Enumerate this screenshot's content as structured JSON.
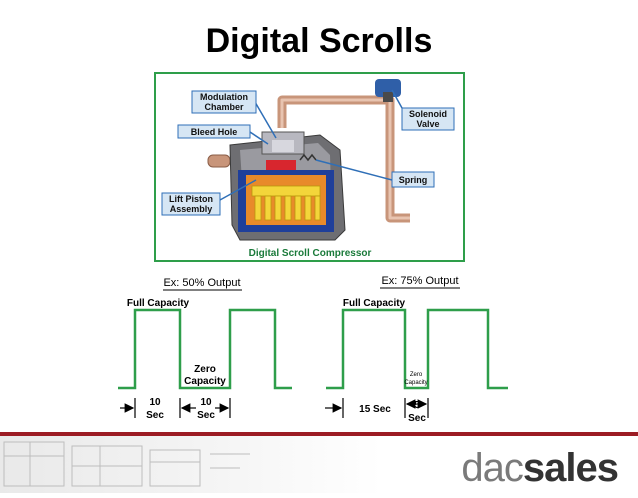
{
  "slide": {
    "title": "Digital Scrolls"
  },
  "compressor": {
    "labels": {
      "modulation_chamber": [
        "Modulation",
        "Chamber"
      ],
      "bleed_hole": "Bleed Hole",
      "lift_piston": [
        "Lift Piston",
        "Assembly"
      ],
      "solenoid": [
        "Solenoid",
        "Valve"
      ],
      "spring": "Spring"
    },
    "caption": "Digital Scroll Compressor"
  },
  "waveform_50": {
    "example": "Ex: 50% Output",
    "full_label": "Full Capacity",
    "zero_label": [
      "Zero",
      "Capacity"
    ],
    "on_time": [
      "10",
      "Sec"
    ],
    "off_time": [
      "10",
      "Sec"
    ]
  },
  "waveform_75": {
    "example": "Ex: 75% Output",
    "full_label": "Full Capacity",
    "zero_label": [
      "Zero",
      "Capacity"
    ],
    "on_time": "15 Sec",
    "off_time": [
      "5",
      "Sec"
    ]
  },
  "footer": {
    "logo_part1": "dac",
    "logo_part2": "sales"
  },
  "colors": {
    "wave": "#2e9e4a",
    "accent": "#9c1c24",
    "callout": "#2f6fb7",
    "pipe": "#c8957a"
  }
}
